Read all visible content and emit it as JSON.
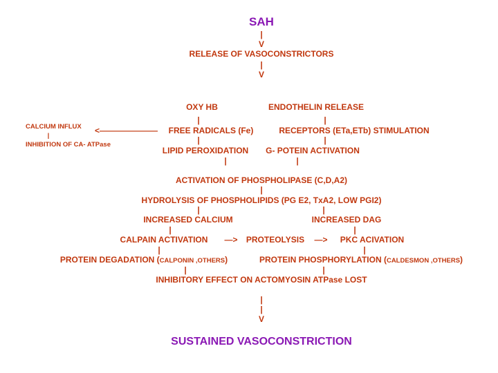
{
  "colors": {
    "node_text": "#c1380f",
    "emphasis_text": "#8a18b4",
    "background": "#ffffff"
  },
  "title": "SAH",
  "pipe": "|",
  "down_arrow": "V",
  "release": "RELEASE OF VASOCONSTRICTORS",
  "oxy_hb": "OXY HB",
  "endothelin_release": "ENDOTHELIN RELEASE",
  "calcium_influx": "CALCIUM INFLUX",
  "inhibition_ca_atpase": "INHIBITION OF CA- ATPase",
  "left_arrow": "<———————",
  "free_radicals": "FREE RADICALS (Fe)",
  "receptors": "RECEPTORS (ETa,ETb) STIMULATION",
  "lipid_peroxidation": "LIPID PEROXIDATION",
  "g_protein": "G- POTEIN ACTIVATION",
  "phospholipase": "ACTIVATION OF PHOSPHOLIPASE (C,D,A2)",
  "hydrolysis": "HYDROLYSIS OF PHOSPHOLIPIDS (PG E2, TxA2,  LOW PGI2)",
  "increased_calcium": "INCREASED CALCIUM",
  "increased_dag": "INCREASED DAG",
  "calpain": "CALPAIN  ACTIVATION",
  "arrow_right": "—>",
  "proteolysis": "PROTEOLYSIS",
  "pkc": "PKC ACIVATION",
  "protein_degradation": {
    "prefix": "PROTEIN DEGADATION (",
    "detail": "CALPONIN ,OTHERS",
    "suffix": ")"
  },
  "protein_phosphorylation": {
    "prefix": "PROTEIN PHOSPHORYLATION (",
    "detail": "CALDESMON ,OTHERS",
    "suffix": ")"
  },
  "inhibitory_effect": "INHIBITORY EFFECT ON ACTOMYOSIN ATPase LOST",
  "final": "SUSTAINED VASOCONSTRICTION"
}
